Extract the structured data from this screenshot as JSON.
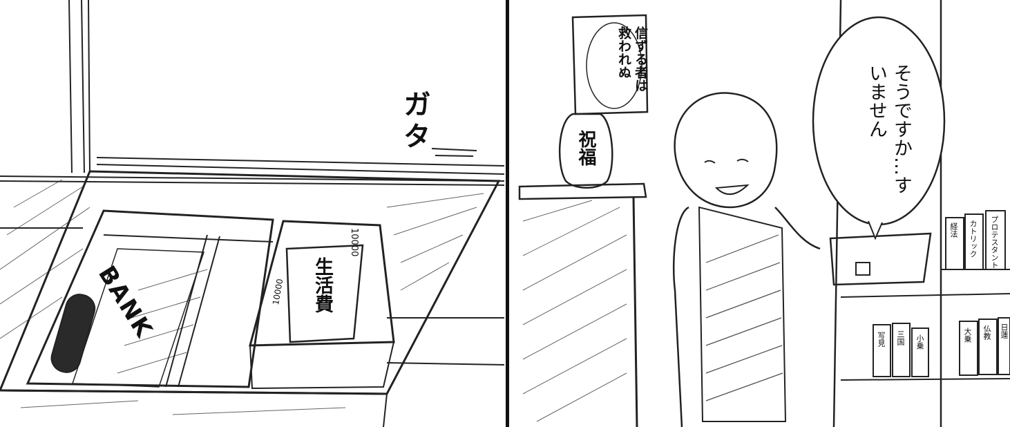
{
  "panel_left": {
    "sfx": "ガタ",
    "box_label": "BANK",
    "envelope_label": "生活費",
    "bill_top": "10000",
    "bill_side": "10000"
  },
  "panel_right": {
    "poster": "信ずる者は救われぬ",
    "jar": "祝福",
    "speech": "そうですか…すいません",
    "books": [
      "経法",
      "カトリック",
      "プロテスタント",
      "写見",
      "三国",
      "小乗",
      "大乗",
      "仏教",
      "日蓮"
    ]
  }
}
